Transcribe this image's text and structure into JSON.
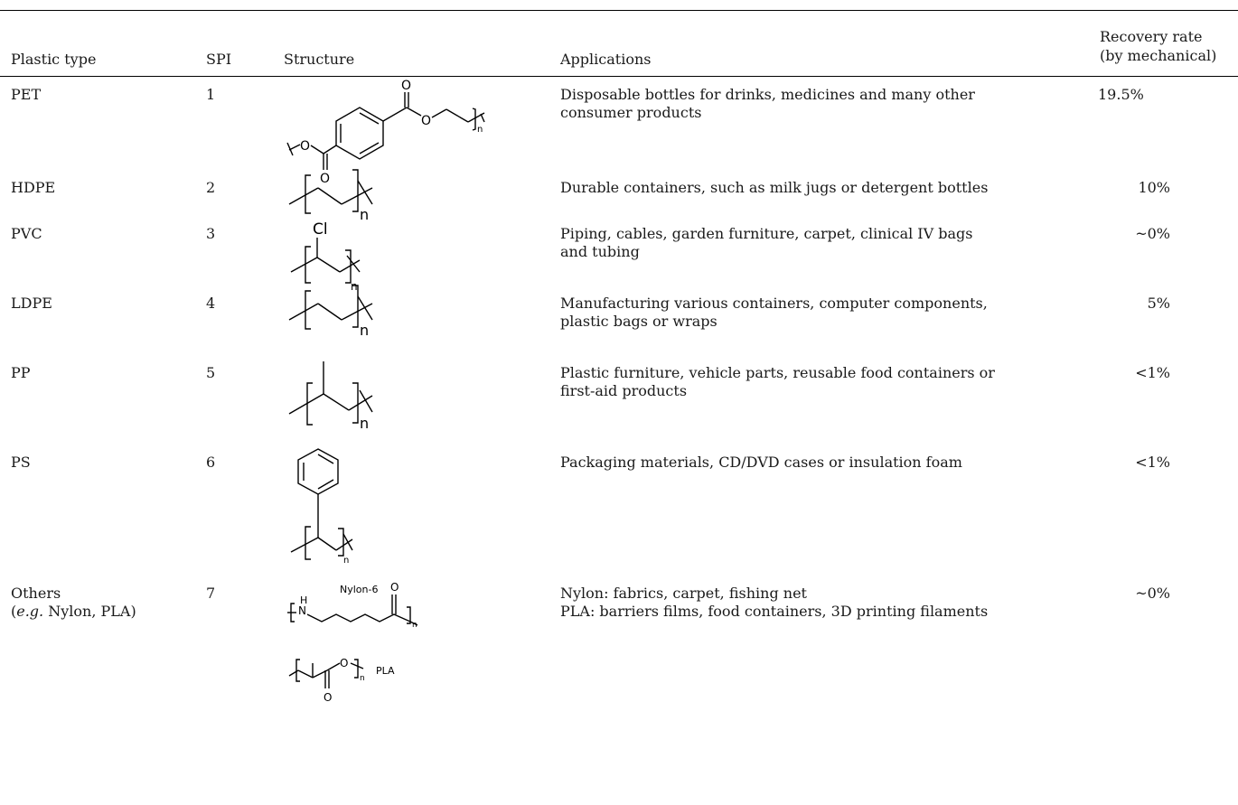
{
  "headers": {
    "plastic_type": "Plastic type",
    "spi": "SPI",
    "structure": "Structure",
    "applications": "Applications",
    "recovery_line1": "Recovery rate",
    "recovery_line2": "(by mechanical)"
  },
  "rows": [
    {
      "type": "PET",
      "spi": "1",
      "app_line1": "Disposable bottles for drinks, medicines and many other",
      "app_line2": "consumer products",
      "rate": "19.5%",
      "atoms": {
        "o1": "O",
        "o2": "O",
        "o3": "O",
        "o4": "O",
        "n": "n"
      }
    },
    {
      "type": "HDPE",
      "spi": "2",
      "app_line1": "Durable containers, such as milk jugs or detergent bottles",
      "app_line2": "",
      "rate": "10%",
      "atoms": {
        "n": "n"
      }
    },
    {
      "type": "PVC",
      "spi": "3",
      "app_line1": "Piping, cables, garden furniture, carpet, clinical IV bags",
      "app_line2": "and tubing",
      "rate": "~0%",
      "atoms": {
        "cl": "Cl",
        "n": "n"
      }
    },
    {
      "type": "LDPE",
      "spi": "4",
      "app_line1": "Manufacturing various containers, computer components,",
      "app_line2": "plastic bags or wraps",
      "rate": "5%",
      "atoms": {
        "n": "n"
      }
    },
    {
      "type": "PP",
      "spi": "5",
      "app_line1": "Plastic furniture, vehicle parts, reusable food containers or",
      "app_line2": "first-aid products",
      "rate": "<1%",
      "atoms": {
        "n": "n"
      }
    },
    {
      "type": "PS",
      "spi": "6",
      "app_line1": "Packaging materials, CD/DVD cases or insulation foam",
      "app_line2": "",
      "rate": "<1%",
      "atoms": {
        "n": "n"
      }
    },
    {
      "type": "Others",
      "type_line2_prefix": "e.g.",
      "type_line2_rest": " Nylon, PLA)",
      "spi": "7",
      "app_line1": "Nylon: fabrics, carpet, fishing net",
      "app_line2": "PLA: barriers films, food containers, 3D printing filaments",
      "rate": "~0%",
      "atoms": {
        "nylon_label": "Nylon-6",
        "h": "H",
        "nn": "N",
        "o_nylon": "O",
        "n1": "n",
        "o_pla1": "O",
        "o_pla2": "O",
        "n2": "n",
        "pla_label": "PLA"
      }
    }
  ]
}
